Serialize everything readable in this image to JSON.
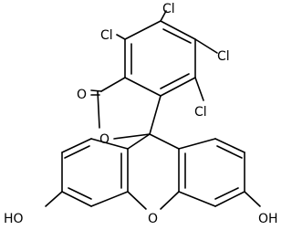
{
  "atoms": {
    "cl1": "Cl",
    "cl2": "Cl",
    "cl3": "Cl",
    "cl4": "Cl",
    "carbonyl_o": "O",
    "lactone_o": "O",
    "xanthene_o": "O",
    "oh_left": "HO",
    "oh_right": "OH"
  },
  "colors": {
    "ink": "#000000",
    "background": "#ffffff"
  }
}
